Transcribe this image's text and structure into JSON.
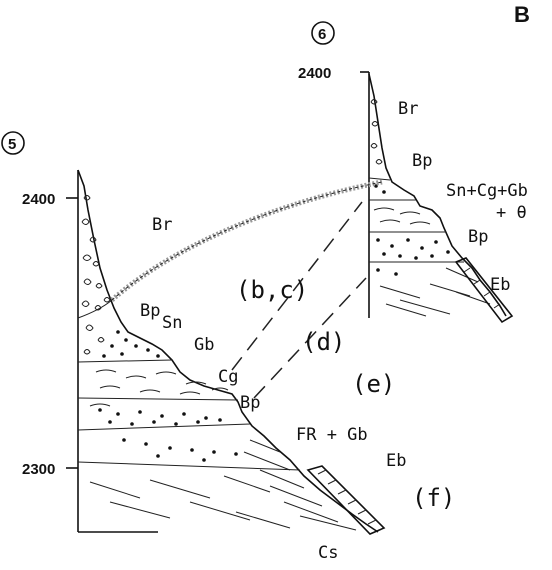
{
  "figure": {
    "panel_label": "B",
    "section_5": {
      "number": "5",
      "ticks": [
        "2400",
        "2300"
      ],
      "labels": [
        "Br",
        "Bp",
        "Sn",
        "Gb",
        "Cg",
        "Bp",
        "Eb",
        "Cs",
        "FR + Gb"
      ]
    },
    "section_6": {
      "number": "6",
      "ticks": [
        "2400"
      ],
      "labels": [
        "Br",
        "Bp",
        "Sn+Cg+Gb",
        "+ θ",
        "Bp",
        "Eb"
      ]
    },
    "intervals": [
      "(b,c)",
      "(d)",
      "(e)",
      "(f)"
    ]
  }
}
